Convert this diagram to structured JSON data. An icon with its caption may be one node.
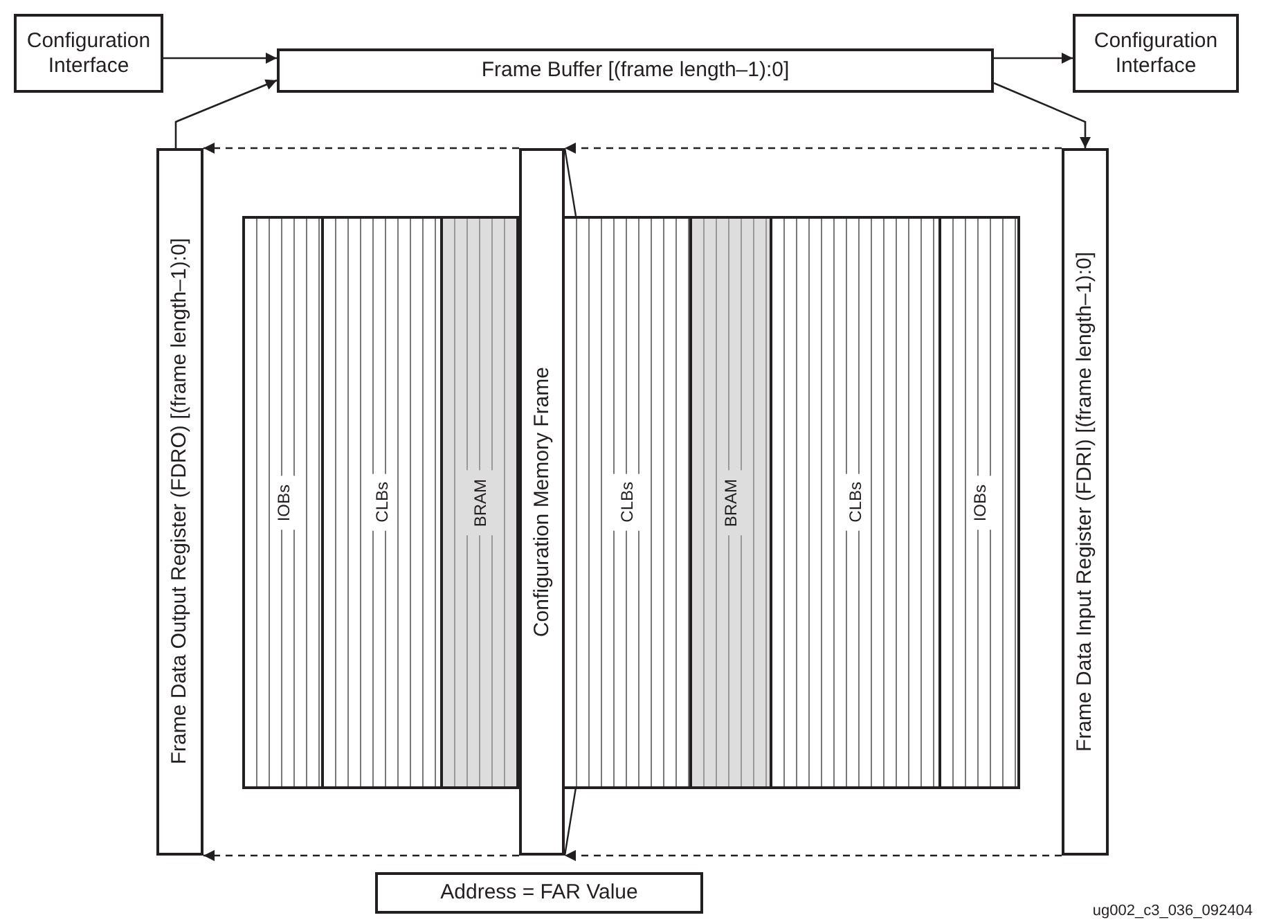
{
  "diagram": {
    "nodes": [
      {
        "text": [
          "Configuration Interface"
        ]
      },
      {
        "text": [
          "Frame Buffer [(frame length–1):0]"
        ]
      },
      {
        "text": [
          "Configuration Interface"
        ]
      },
      {
        "text": [
          "Frame Data Output Register (FDRO) [(frame length–1):0]"
        ]
      },
      {
        "text": [
          "Frame Data Input Register (FDRI) [(frame length–1):0]"
        ]
      },
      {
        "text": [],
        "shape": "box"
      },
      {
        "text": [
          "IOBs"
        ],
        "in": 5
      },
      {
        "text": [
          "CLBs"
        ],
        "in": 5
      },
      {
        "text": [
          "BRAM"
        ],
        "in": 5
      },
      {
        "text": [
          "CLBs"
        ],
        "in": 5
      },
      {
        "text": [
          "BRAM"
        ],
        "in": 5
      },
      {
        "text": [
          "CLBs"
        ],
        "in": 5
      },
      {
        "text": [
          "IOBs"
        ],
        "in": 5
      },
      {
        "text": [
          "Configuration Memory Frame"
        ]
      },
      {
        "text": [
          "Address = FAR Value"
        ]
      }
    ],
    "edges": [
      {
        "from": 0,
        "to": 1,
        "arrow": "to"
      },
      {
        "from": 1,
        "to": 2,
        "arrow": "to"
      },
      {
        "from": 3,
        "to": 1,
        "arrow": "to"
      },
      {
        "from": 1,
        "to": 4,
        "arrow": "to"
      },
      {
        "from": 4,
        "to": 13,
        "arrow": "to",
        "style": "dashed"
      },
      {
        "from": 13,
        "to": 3,
        "arrow": "to",
        "style": "dashed"
      },
      {
        "from": 4,
        "to": 13,
        "arrow": "to",
        "style": "dashed"
      },
      {
        "from": 13,
        "to": 3,
        "arrow": "to",
        "style": "dashed"
      }
    ],
    "labels": [
      "ug002_c3_036_092404"
    ]
  }
}
